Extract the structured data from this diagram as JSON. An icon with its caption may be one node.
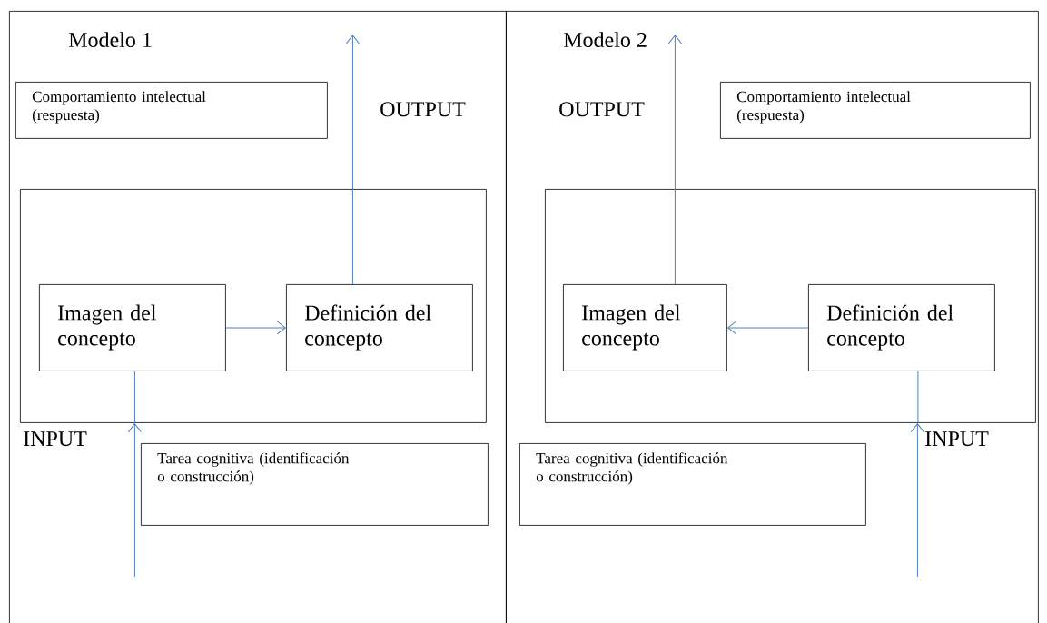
{
  "diagram": {
    "nodes": [
      {
        "text": [
          "Modelo 1"
        ]
      },
      {
        "text": [
          "Comportamiento intelectual (respuesta)"
        ],
        "in": 0
      },
      {
        "text": [],
        "shape": "box",
        "in": 0
      },
      {
        "text": [
          "Imagen del concepto"
        ],
        "in": 2
      },
      {
        "text": [
          "Definición del concepto"
        ],
        "in": 2
      },
      {
        "text": [
          "Tarea cognitiva (identificación o construcción)"
        ],
        "in": 0
      },
      {
        "text": [
          "Modelo 2"
        ]
      },
      {
        "text": [
          "Comportamiento intelectual (respuesta)"
        ],
        "in": 6
      },
      {
        "text": [],
        "shape": "box",
        "in": 6
      },
      {
        "text": [
          "Imagen del concepto"
        ],
        "in": 8
      },
      {
        "text": [
          "Definición del concepto"
        ],
        "in": 8
      },
      {
        "text": [
          "Tarea cognitiva (identificación o construcción)"
        ],
        "in": 6
      }
    ],
    "edges": [
      {
        "from": null,
        "to": 2,
        "arrow": "to",
        "label": "INPUT"
      },
      {
        "from": 2,
        "to": 3,
        "arrow": "none"
      },
      {
        "from": 3,
        "to": 4,
        "arrow": "to"
      },
      {
        "from": 4,
        "to": null,
        "arrow": "to",
        "label": "OUTPUT"
      },
      {
        "from": null,
        "to": 8,
        "arrow": "to",
        "label": "INPUT"
      },
      {
        "from": 8,
        "to": 10,
        "arrow": "none"
      },
      {
        "from": 10,
        "to": 9,
        "arrow": "to"
      },
      {
        "from": 9,
        "to": null,
        "arrow": "to",
        "label": "OUTPUT"
      }
    ]
  }
}
